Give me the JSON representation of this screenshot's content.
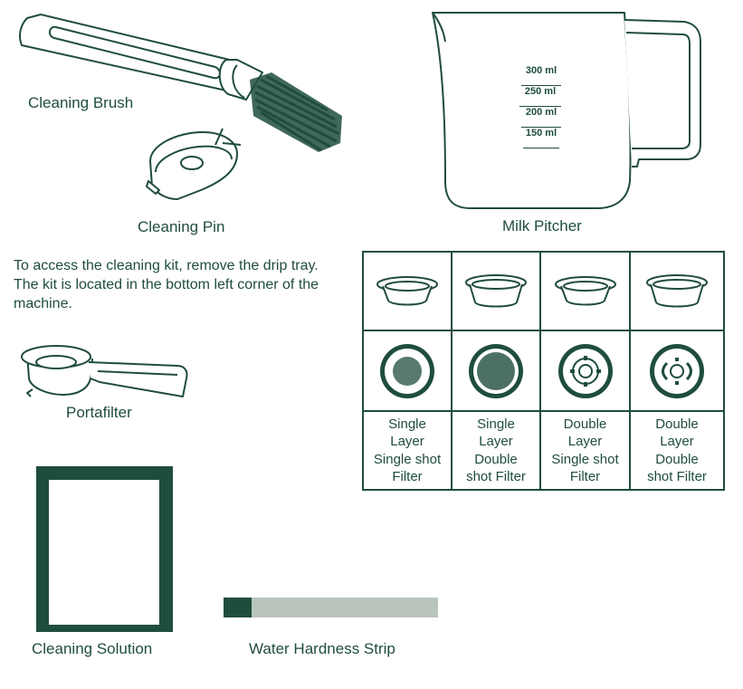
{
  "labels": {
    "cleaning_brush": "Cleaning Brush",
    "cleaning_pin": "Cleaning Pin",
    "milk_pitcher": "Milk Pitcher",
    "portafilter": "Portafilter",
    "cleaning_solution": "Cleaning Solution",
    "water_hardness_strip": "Water Hardness Strip"
  },
  "instructions": "To access the cleaning kit, remove the drip tray. The kit is located in the bottom left corner of the machine.",
  "pitcher_marks": [
    "300 ml",
    "250 ml",
    "200 ml",
    "150 ml"
  ],
  "filters": [
    {
      "name": "Single\nLayer\nSingle shot\nFilter",
      "icon": "single-layer-single-shot-icon"
    },
    {
      "name": "Single\nLayer\nDouble\nshot Filter",
      "icon": "single-layer-double-shot-icon"
    },
    {
      "name": "Double\nLayer\nSingle shot\nFilter",
      "icon": "double-layer-single-shot-icon"
    },
    {
      "name": "Double\nLayer\nDouble\nshot Filter",
      "icon": "double-layer-double-shot-icon"
    }
  ],
  "colors": {
    "primary": "#1f4d3c",
    "strip_gray": "#b9c4bd",
    "background": "#ffffff"
  }
}
